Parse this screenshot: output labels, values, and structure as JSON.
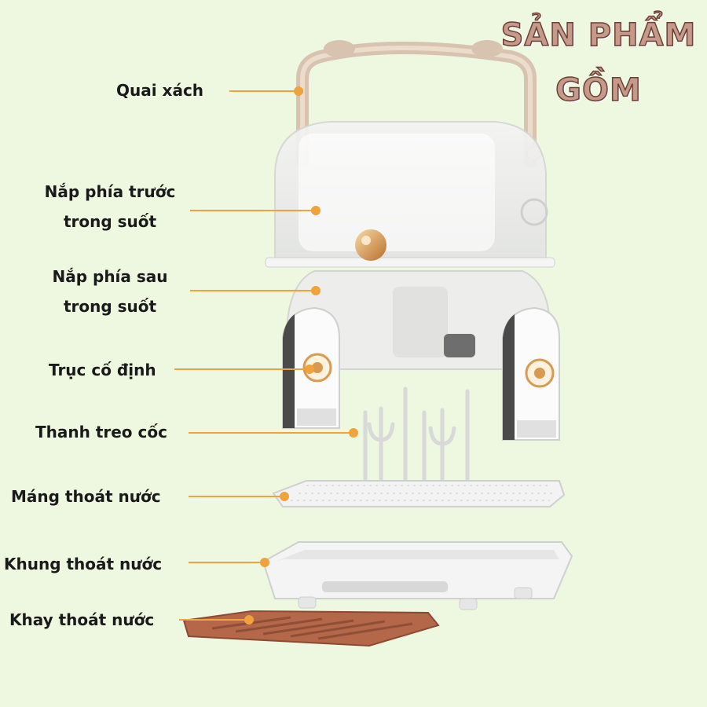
{
  "brand": {
    "title_line1": "SẢN PHẨM",
    "title_line2": "GỒM"
  },
  "labels": [
    {
      "key": "handle",
      "text": "Quai xách"
    },
    {
      "key": "front-cover",
      "line1": "Nắp phía trước",
      "line2": "trong suốt"
    },
    {
      "key": "back-cover",
      "line1": "Nắp phía sau",
      "line2": "trong suốt"
    },
    {
      "key": "fixed-axis",
      "text": "Trục cố định"
    },
    {
      "key": "cup-hanger",
      "text": "Thanh treo cốc"
    },
    {
      "key": "drain-trough",
      "text": "Máng thoát nước"
    },
    {
      "key": "drain-frame",
      "text": "Khung thoát nước"
    },
    {
      "key": "drain-tray",
      "text": "Khay thoát nước"
    }
  ],
  "colors": {
    "background": "#eef7e0",
    "leader_line": "#f0a23c",
    "handle": "#d8c3b1",
    "tray": "#b5674a",
    "accent_gold": "#d89a50"
  }
}
